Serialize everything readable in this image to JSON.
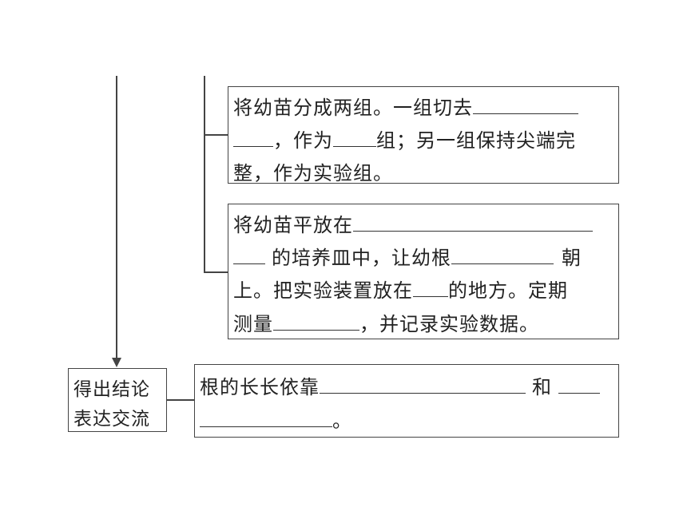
{
  "box1": {
    "line1": "将幼苗分成两组。一组切去",
    "line2a": "，作为",
    "line2b": "组；另一组保持尖端完",
    "line3": "整，作为实验组。"
  },
  "box2": {
    "line1": "将幼苗平放在",
    "line2a": "的培养皿中，让幼根",
    "line2b": "朝",
    "line3a": "上。把实验装置放在",
    "line3b": "的地方。定期",
    "line4a": "测量",
    "line4b": "，并记录实验数据。"
  },
  "step_label": {
    "line1": "得出结论",
    "line2": "表达交流"
  },
  "conclusion": {
    "line1a": "根的长长依靠",
    "line1b": "和",
    "line2": "。"
  }
}
